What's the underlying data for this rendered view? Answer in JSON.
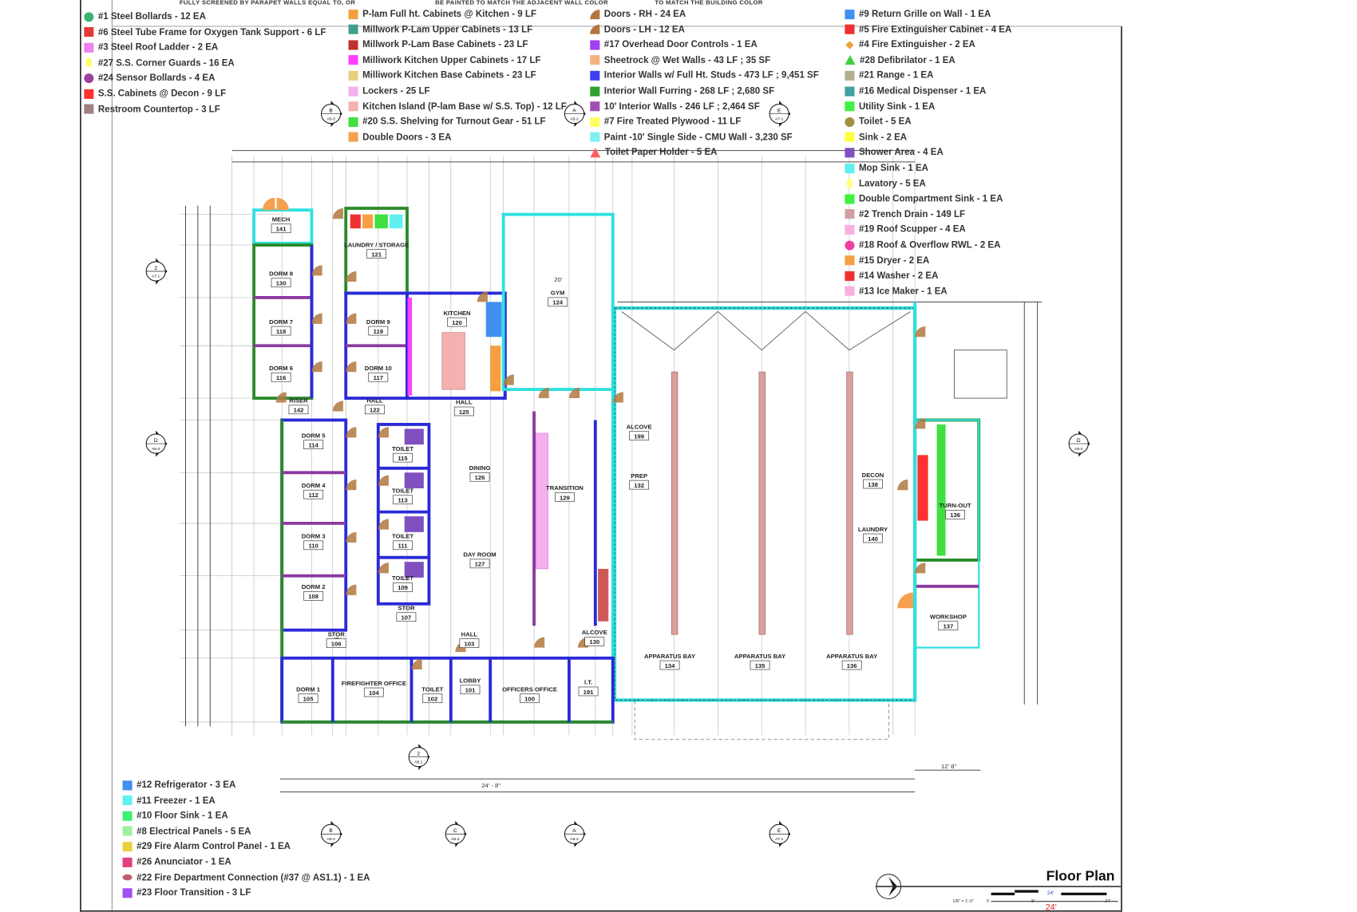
{
  "header_notes": [
    "FULLY SCREENED BY PARAPET WALLS EQUAL TO, OR",
    "BE PAINTED TO MATCH THE ADJACENT WALL COLOR",
    "TO MATCH THE BUILDING COLOR"
  ],
  "legend_columns": [
    [
      {
        "label": "#1 Steel Bollards - 12 EA",
        "color": "#3cb371",
        "shape": "circle"
      },
      {
        "label": "#6 Steel Tube Frame for Oxygen Tank Support - 6 LF",
        "color": "#e53935",
        "shape": "square"
      },
      {
        "label": "#3 Steel Roof Ladder - 2 EA",
        "color": "#ee82ee",
        "shape": "square"
      },
      {
        "label": "#27 S.S. Corner Guards - 16 EA",
        "color": "#ffff66",
        "shape": "dot"
      },
      {
        "label": "#24  Sensor Bollards - 4 EA",
        "color": "#a040a0",
        "shape": "circle"
      },
      {
        "label": "S.S. Cabinets @ Decon - 9 LF",
        "color": "#ff3030",
        "shape": "square"
      },
      {
        "label": "Restroom Countertop - 3 LF",
        "color": "#a08080",
        "shape": "square"
      }
    ],
    [
      {
        "label": "P-lam Full ht. Cabinets @ Kitchen - 9 LF",
        "color": "#f5a040",
        "shape": "square"
      },
      {
        "label": "Millwork P-Lam Upper Cabinets - 13 LF",
        "color": "#40a090",
        "shape": "square"
      },
      {
        "label": "Millwork P-Lam Base Cabinets - 23 LF",
        "color": "#c03030",
        "shape": "square"
      },
      {
        "label": "Milliwork Kitchen Upper Cabinets - 17 LF",
        "color": "#ff40ff",
        "shape": "square"
      },
      {
        "label": "Milliwork Kitchen Base Cabinets - 23 LF",
        "color": "#e8d080",
        "shape": "square"
      },
      {
        "label": "Lockers - 25 LF",
        "color": "#f5b0f0",
        "shape": "square"
      },
      {
        "label": "Kitchen Island (P-lam Base w/ S.S. Top) - 12 LF",
        "color": "#f5b0b0",
        "shape": "square"
      },
      {
        "label": "#20  S.S. Shelving for Turnout Gear - 51 LF",
        "color": "#40e040",
        "shape": "square"
      },
      {
        "label": "Double Doors - 3 EA",
        "color": "#f5a050",
        "shape": "square"
      }
    ],
    [
      {
        "label": "Doors - RH - 24 EA",
        "color": "#b07840",
        "shape": "door"
      },
      {
        "label": "Doors - LH - 12 EA",
        "color": "#b07840",
        "shape": "door"
      },
      {
        "label": "#17  Overhead Door Controls - 1 EA",
        "color": "#a040f0",
        "shape": "square"
      },
      {
        "label": "Sheetrock @ Wet Walls - 43 LF ; 35 SF",
        "color": "#f5b080",
        "shape": "square"
      },
      {
        "label": "Interior Walls w/ Full Ht. Studs - 473 LF ; 9,451 SF",
        "color": "#4040f0",
        "shape": "square"
      },
      {
        "label": "Interior Wall Furring - 268 LF ; 2,680 SF",
        "color": "#30a030",
        "shape": "square"
      },
      {
        "label": "10' Interior Walls - 246 LF ; 2,464 SF",
        "color": "#a050b0",
        "shape": "square"
      },
      {
        "label": "#7  Fire Treated Plywood - 11 LF",
        "color": "#ffff60",
        "shape": "square"
      },
      {
        "label": "Paint -10' Single Side - CMU Wall - 3,230 SF",
        "color": "#80f0f0",
        "shape": "square"
      },
      {
        "label": "Toilet Paper Holder - 5 EA",
        "color": "#ff6060",
        "shape": "triangle"
      }
    ],
    [
      {
        "label": "#9  Return Grille on Wall - 1 EA",
        "color": "#4090f0",
        "shape": "square"
      },
      {
        "label": "#5  Fire Extinguisher Cabinet - 4 EA",
        "color": "#f03030",
        "shape": "square"
      },
      {
        "label": "#4  Fire Extinguisher - 2 EA",
        "color": "#f0a040",
        "shape": "diamond"
      },
      {
        "label": "#28  Defibrilator - 1 EA",
        "color": "#40d040",
        "shape": "triangle"
      },
      {
        "label": "#21  Range - 1 EA",
        "color": "#b0b090",
        "shape": "square"
      },
      {
        "label": "#16  Medical Dispenser - 1 EA",
        "color": "#40a0a0",
        "shape": "square"
      },
      {
        "label": "Utility Sink - 1 EA",
        "color": "#40f040",
        "shape": "square"
      },
      {
        "label": "Toilet - 5 EA",
        "color": "#a09040",
        "shape": "circle"
      },
      {
        "label": "Sink - 2 EA",
        "color": "#ffff40",
        "shape": "square"
      },
      {
        "label": "Shower Area - 4 EA",
        "color": "#8050c0",
        "shape": "square"
      },
      {
        "label": "Mop Sink - 1 EA",
        "color": "#60f0f0",
        "shape": "square"
      },
      {
        "label": "Lavatory - 5 EA",
        "color": "#ffff80",
        "shape": "dot"
      },
      {
        "label": "Double Compartment Sink - 1 EA",
        "color": "#40f040",
        "shape": "square"
      },
      {
        "label": "#2 Trench Drain - 149 LF",
        "color": "#d0a0a0",
        "shape": "square"
      },
      {
        "label": "#19  Roof Scupper - 4 EA",
        "color": "#f8b0e0",
        "shape": "square"
      },
      {
        "label": "#18  Roof & Overflow RWL - 2 EA",
        "color": "#f040a0",
        "shape": "circle"
      },
      {
        "label": "#15  Dryer - 2 EA",
        "color": "#f5a040",
        "shape": "square"
      },
      {
        "label": "#14 Washer - 2 EA",
        "color": "#f03030",
        "shape": "square"
      },
      {
        "label": "#13  Ice Maker - 1 EA",
        "color": "#f8b0e0",
        "shape": "square"
      }
    ],
    [
      {
        "label": "#12  Refrigerator - 3 EA",
        "color": "#4090f0",
        "shape": "square"
      },
      {
        "label": "#11 Freezer - 1 EA",
        "color": "#60f0f0",
        "shape": "square"
      },
      {
        "label": "#10  Floor Sink - 1 EA",
        "color": "#40f070",
        "shape": "square"
      },
      {
        "label": "#8  Electrical Panels - 5 EA",
        "color": "#a0f0a0",
        "shape": "square"
      },
      {
        "label": "#29  Fire Alarm Control Panel - 1 EA",
        "color": "#e8d040",
        "shape": "square"
      },
      {
        "label": "#26  Anunciator - 1 EA",
        "color": "#e04080",
        "shape": "square"
      },
      {
        "label": "#22  Fire Department Connection  (#37 @ AS1.1) - 1 EA",
        "color": "#c06070",
        "shape": "ellipse"
      },
      {
        "label": "#23  Floor Transition - 3 LF",
        "color": "#a050f0",
        "shape": "square"
      }
    ]
  ],
  "rooms": [
    [
      "MECH",
      "141"
    ],
    [
      "DORM 8",
      "130"
    ],
    [
      "DORM 7",
      "118"
    ],
    [
      "DORM 6",
      "116"
    ],
    [
      "RISER",
      "142"
    ],
    [
      "LAUNDRY / STORAGE",
      "121"
    ],
    [
      "DORM 9",
      "119"
    ],
    [
      "DORM 10",
      "117"
    ],
    [
      "HALL",
      "122"
    ],
    [
      "KITCHEN",
      "120"
    ],
    [
      "HALL",
      "125"
    ],
    [
      "GYM",
      "124"
    ],
    [
      "DORM 5",
      "114"
    ],
    [
      "DORM 4",
      "112"
    ],
    [
      "DORM 3",
      "110"
    ],
    [
      "DORM 2",
      "108"
    ],
    [
      "TOILET",
      "115"
    ],
    [
      "TOILET",
      "113"
    ],
    [
      "TOILET",
      "111"
    ],
    [
      "TOILET",
      "109"
    ],
    [
      "STOR",
      "107"
    ],
    [
      "DINING",
      "126"
    ],
    [
      "DAY ROOM",
      "127"
    ],
    [
      "HALL",
      "103"
    ],
    [
      "STOR",
      "106"
    ],
    [
      "TRANSITION",
      "129"
    ],
    [
      "ALCOVE",
      "199"
    ],
    [
      "PREP",
      "132"
    ],
    [
      "ALCOVE",
      "130"
    ],
    [
      "DORM 1",
      "105"
    ],
    [
      "FIREFIGHTER OFFICE",
      "104"
    ],
    [
      "TOILET",
      "102"
    ],
    [
      "LOBBY",
      "101"
    ],
    [
      "OFFICERS OFFICE",
      "100"
    ],
    [
      "I.T.",
      "191"
    ],
    [
      "APPARATUS BAY",
      "134"
    ],
    [
      "APPARATUS BAY",
      "135"
    ],
    [
      "APPARATUS BAY",
      "136"
    ],
    [
      "DECON",
      "138"
    ],
    [
      "TURN-OUT",
      "136"
    ],
    [
      "LAUNDRY",
      "140"
    ],
    [
      "WORKSHOP",
      "137"
    ]
  ],
  "section_markers": [
    [
      "B",
      "A5-3"
    ],
    [
      "A",
      "A5-2"
    ],
    [
      "E",
      "A7-1"
    ],
    [
      "2",
      "A7.1"
    ],
    [
      "D",
      "A5-2"
    ],
    [
      "D",
      "A5-2"
    ],
    [
      "B",
      "A5-2"
    ],
    [
      "C",
      "A5-2"
    ],
    [
      "A",
      "A5-2"
    ],
    [
      "E",
      "A7.1"
    ],
    [
      "2",
      "A5.1"
    ]
  ],
  "dimensions": {
    "gym_width": "20'",
    "bottom_total": "24' - 8\"",
    "right_dim": "12' 8\""
  },
  "title_block": {
    "title": "Floor Plan",
    "scale_text": "1/8\" = 1'-0\"",
    "scale_zero": "0",
    "scale_mid": "8'",
    "scale_end": "24'",
    "scale_blue": "24'",
    "scale_red": "24'"
  }
}
